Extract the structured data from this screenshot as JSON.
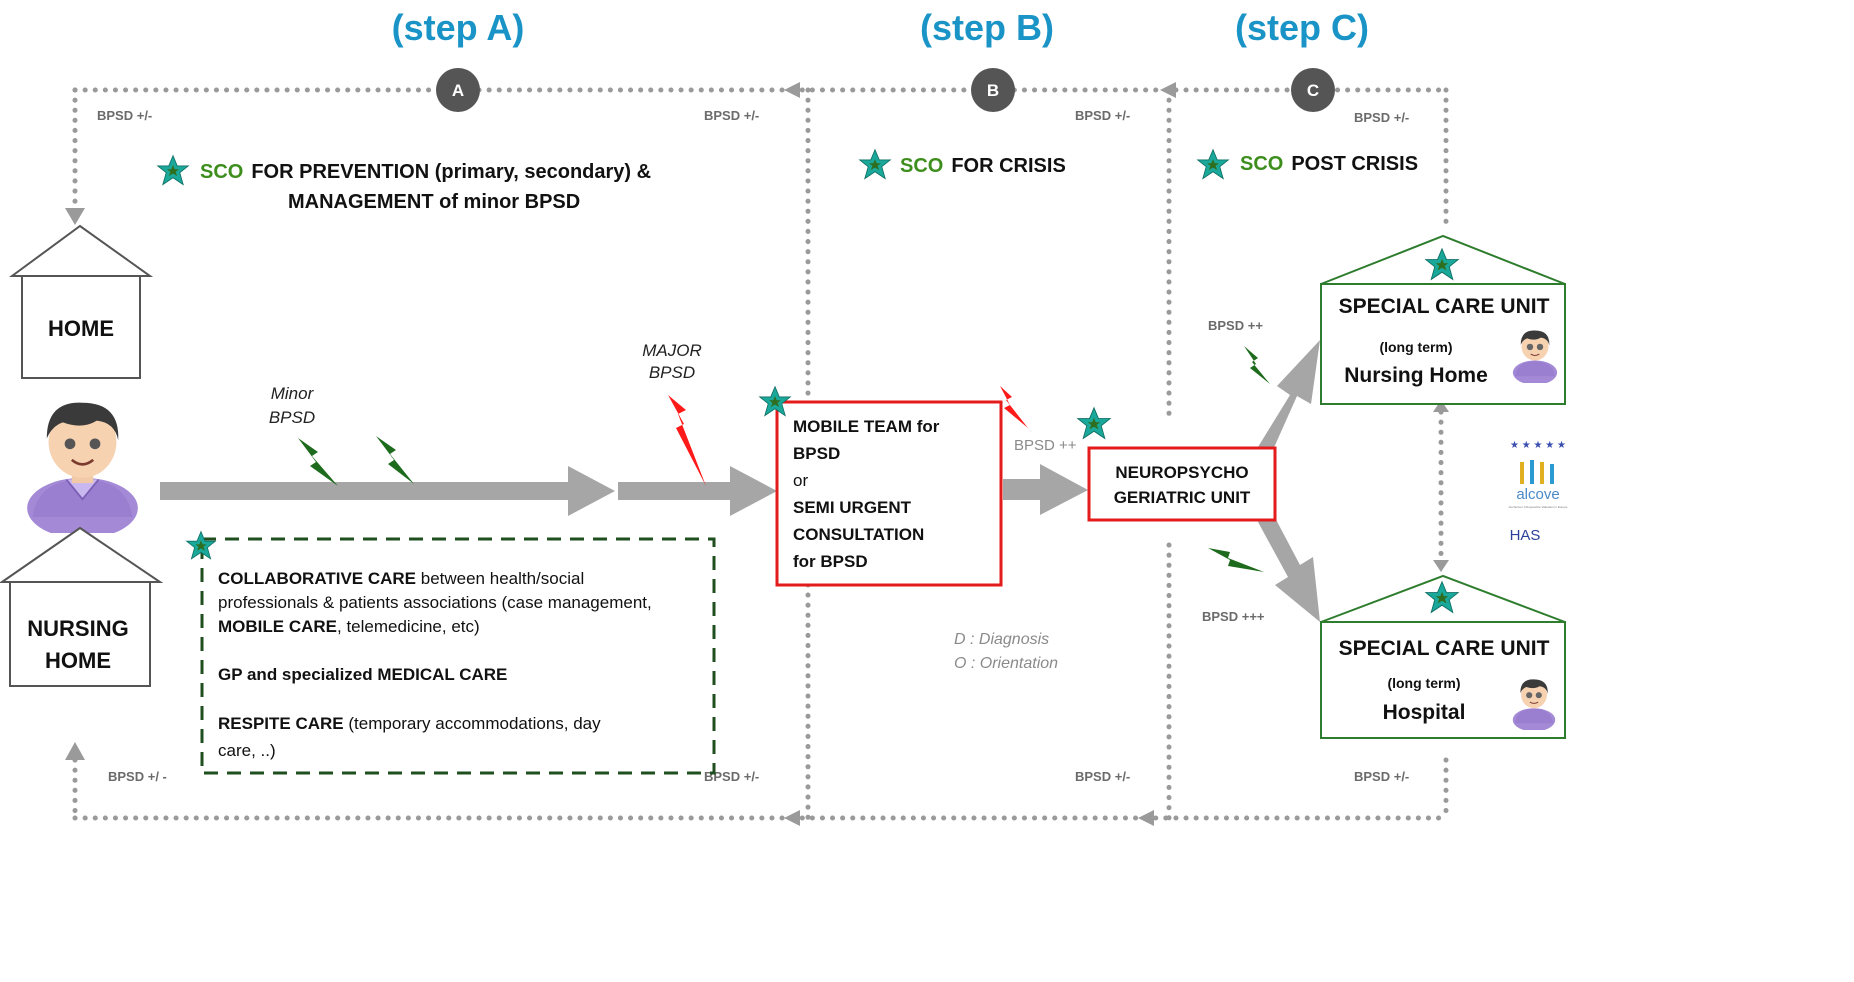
{
  "steps": {
    "a": "(step A)",
    "b": "(step B)",
    "c": "(step C)"
  },
  "circles": {
    "a": "A",
    "b": "B",
    "c": "C"
  },
  "bpsd_labels": {
    "top_left": "BPSD +/-",
    "top_a_right": "BPSD +/-",
    "top_b_right": "BPSD +/-",
    "top_c_right": "BPSD +/-",
    "bottom_left": "BPSD +/ -",
    "bottom_a_right": "BPSD +/-",
    "bottom_b_right": "BPSD +/-",
    "bottom_c_right": "BPSD +/-",
    "upper_branch": "BPSD ++",
    "lower_branch": "BPSD +++",
    "into_neuro": "BPSD ++"
  },
  "sco": {
    "prevention_sco": "SCO",
    "prevention_line1": "FOR PREVENTION (primary, secondary) &",
    "prevention_line2": "MANAGEMENT of minor BPSD",
    "crisis_sco": "SCO",
    "crisis": "FOR CRISIS",
    "post_sco": "SCO",
    "post": "POST CRISIS"
  },
  "houses": {
    "home": "HOME",
    "nursing_line1": "NURSING",
    "nursing_line2": "HOME"
  },
  "flow_labels": {
    "minor_1": "Minor",
    "minor_2": "BPSD",
    "major_1": "MAJOR",
    "major_2": "BPSD"
  },
  "mobile_team": {
    "line1": "MOBILE TEAM  for",
    "line2": "BPSD",
    "line3": "or",
    "line4": "SEMI URGENT",
    "line5": "CONSULTATION",
    "line6": "for BPSD"
  },
  "neuro_unit": {
    "line1": "NEUROPSYCHO",
    "line2": "GERIATRIC UNIT"
  },
  "care_box": {
    "collab_bold": "COLLABORATIVE CARE",
    "collab_rest": " between health/social",
    "collab_line2": "professionals & patients associations (case management,",
    "mobile_bold": "MOBILE CARE",
    "mobile_rest": ", telemedicine, etc)",
    "gp": "GP and specialized MEDICAL CARE",
    "respite_bold": "RESPITE CARE",
    "respite_rest": " (temporary accommodations, day",
    "respite_line2": "care, ..)"
  },
  "legend": {
    "d": "D : Diagnosis",
    "o": "O : Orientation"
  },
  "scu_nursing": {
    "title": "SPECIAL CARE UNIT",
    "sub": "(long term)",
    "name": "Nursing Home"
  },
  "scu_hospital": {
    "title": "SPECIAL CARE UNIT",
    "sub": "(long term)",
    "name": "Hospital"
  },
  "logos": {
    "alcove": "alcove",
    "alcove_tagline": "ALzheimer COoperative Valuation in Europe",
    "has": "HAS"
  },
  "colors": {
    "step_blue": "#1a94c6",
    "arrow_gray": "#a6a6a6",
    "green_bolt": "#1e6b1e",
    "red_bolt": "#ff1a1a",
    "box_red": "#e31b1b",
    "scu_green": "#2e7d2e",
    "star_teal": "#1aa89a"
  }
}
